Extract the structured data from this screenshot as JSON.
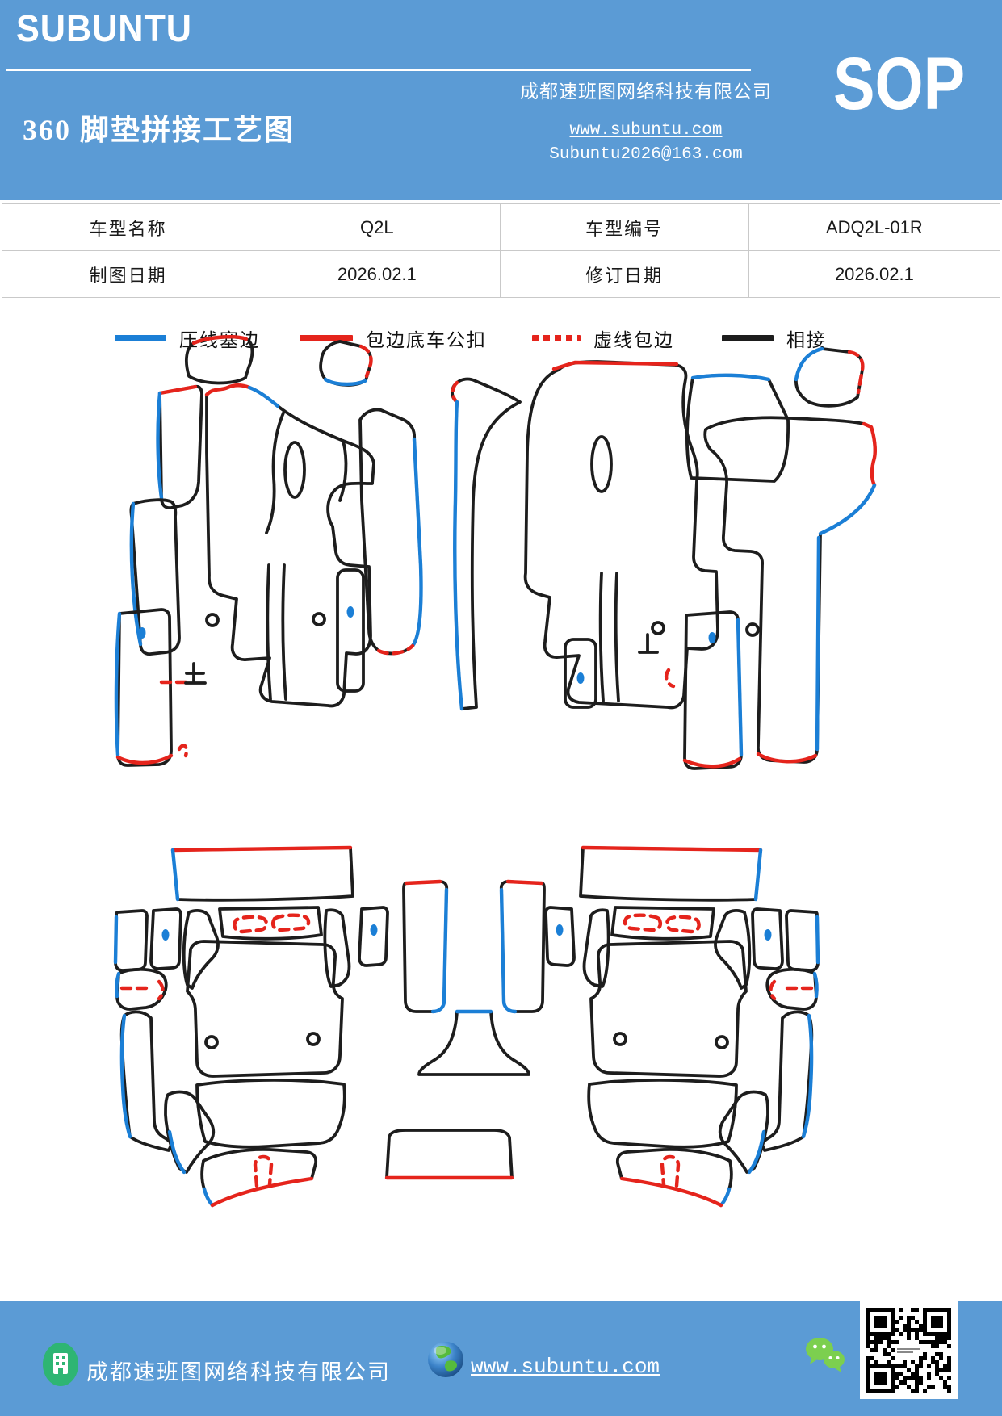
{
  "header": {
    "brand": "SUBUNTU",
    "title": "360 脚垫拼接工艺图",
    "company": "成都速班图网络科技有限公司",
    "website": "www.subuntu.com",
    "email": "Subuntu2026@163.com",
    "doc_label": "SOP",
    "bg_color": "#5b9bd5"
  },
  "info_table": {
    "rows": [
      {
        "c1": "车型名称",
        "c2": "Q2L",
        "c3": "车型编号",
        "c4": "ADQ2L-01R"
      },
      {
        "c1": "制图日期",
        "c2": "2026.02.1",
        "c3": "修订日期",
        "c4": "2026.02.1"
      }
    ]
  },
  "legend": {
    "items": [
      {
        "label": "压线塞边",
        "color": "#1b7fd6",
        "style": "solid"
      },
      {
        "label": "包边底车公扣",
        "color": "#e5241c",
        "style": "solid"
      },
      {
        "label": "虚线包边",
        "color": "#e5241c",
        "style": "dashed"
      },
      {
        "label": "相接",
        "color": "#1d1d1d",
        "style": "solid"
      }
    ]
  },
  "diagram": {
    "edge_colors": {
      "press_edge": "#1b7fd6",
      "binding_edge": "#e5241c",
      "dashed_binding": "#e5241c",
      "joint": "#1d1d1d"
    }
  },
  "footer": {
    "company": "成都速班图网络科技有限公司",
    "website": "www.subuntu.com",
    "bg_color": "#5b9bd5"
  }
}
